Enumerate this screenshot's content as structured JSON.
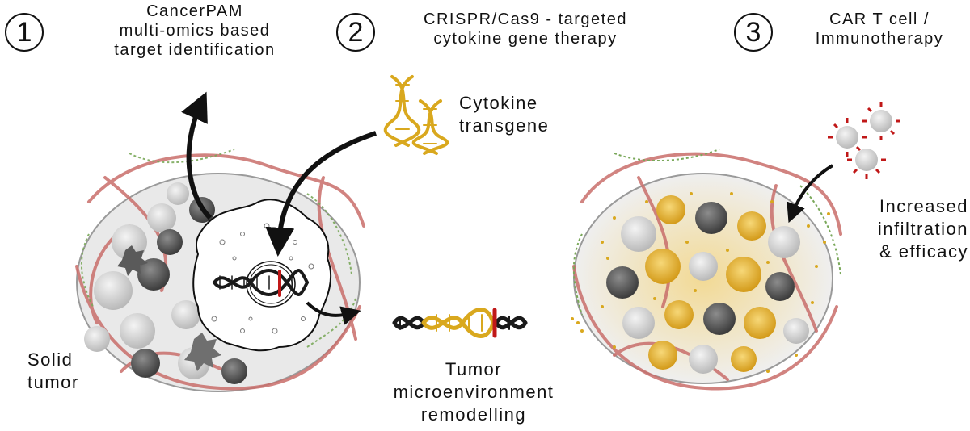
{
  "steps": [
    {
      "number": "1",
      "lines": [
        "CancerPAM",
        "multi-omics based",
        "target identification"
      ]
    },
    {
      "number": "2",
      "lines": [
        "CRISPR/Cas9 - targeted",
        "cytokine gene therapy"
      ]
    },
    {
      "number": "3",
      "lines": [
        "CAR T cell /",
        "Immunotherapy"
      ]
    }
  ],
  "labels": {
    "cytokine_transgene": [
      "Cytokine",
      "transgene"
    ],
    "solid_tumor": [
      "Solid",
      "tumor"
    ],
    "tme_remodelling": [
      "Tumor",
      "microenvironment",
      "remodelling"
    ],
    "infiltration": [
      "Increased",
      "infiltration",
      "& efficacy"
    ]
  },
  "colors": {
    "dna_backbone": "#1a1a1a",
    "transgene": "#d9a81e",
    "edit_site": "#c01818",
    "vessel": "#c96e6b",
    "green_fiber": "#7aa85a",
    "tumor_cell_grey": "#9a9a9a",
    "cytokine_glow": "#f2c23a"
  }
}
